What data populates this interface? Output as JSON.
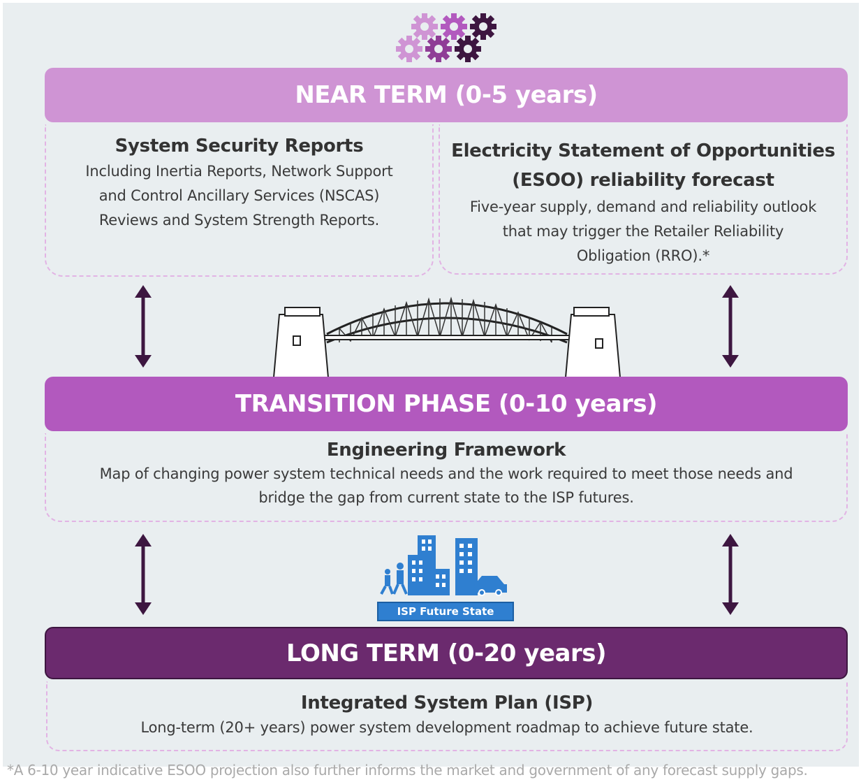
{
  "near_term": {
    "title": "NEAR TERM (0-5 years)",
    "left": {
      "heading": "System Security Reports",
      "lines": [
        "Including Inertia Reports, Network Support",
        "and Control Ancillary Services (NSCAS)",
        "Reviews and System Strength Reports."
      ]
    },
    "right": {
      "heading_lines": [
        "Electricity Statement of Opportunities",
        "(ESOO) reliability forecast"
      ],
      "lines": [
        "Five-year supply, demand and reliability outlook",
        "that may trigger the Retailer Reliability",
        "Obligation (RRO).*"
      ]
    }
  },
  "transition": {
    "title": "TRANSITION PHASE (0-10 years)",
    "heading": "Engineering Framework",
    "lines": [
      "Map of changing power system technical needs and the work required to meet those needs and",
      "bridge the gap from current state to the ISP futures."
    ]
  },
  "isp_badge": "ISP Future State",
  "long_term": {
    "title": "LONG TERM (0-20 years)",
    "heading": "Integrated System Plan (ISP)",
    "line": "Long-term (20+ years) power system development roadmap to achieve future state."
  },
  "footnote": "*A 6-10 year indicative ESOO projection also further informs the market and government of any forecast supply gaps.",
  "colors": {
    "near": "#cf94d4",
    "transition": "#b259be",
    "long": "#6b2a6e",
    "arrow": "#3d1640",
    "city": "#2f7fd0"
  }
}
